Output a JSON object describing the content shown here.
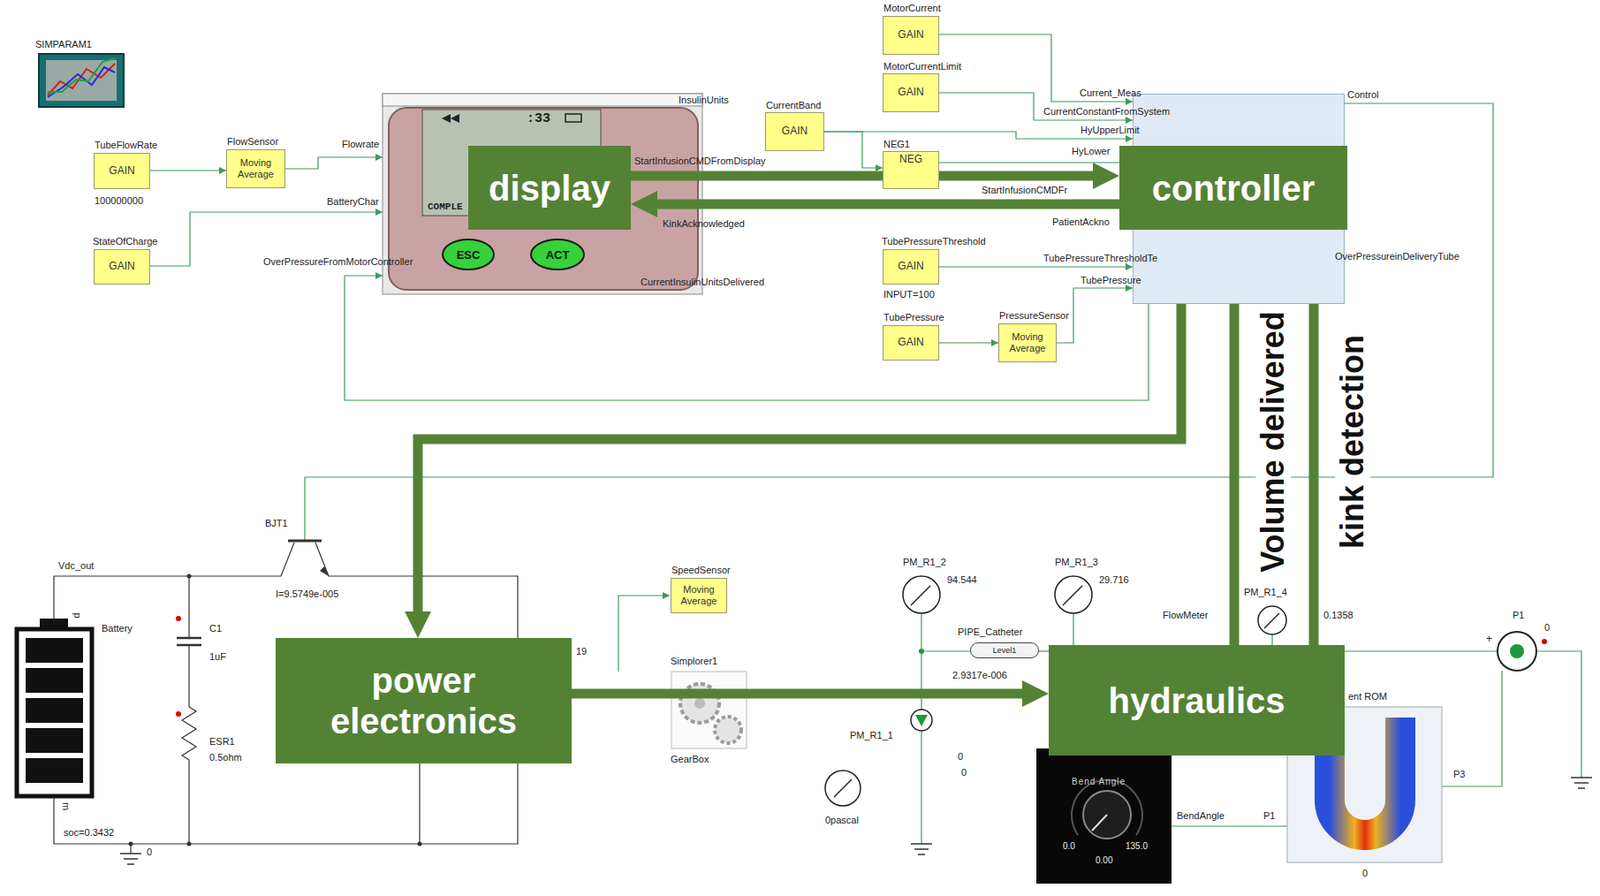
{
  "diagram": {
    "nodes": [
      {
        "text": [
          "SIMPARAM1"
        ]
      },
      {
        "text": [
          "TubeFlowRate",
          "GAIN",
          "100000000"
        ]
      },
      {
        "text": [
          "FlowSensor",
          "Moving Average"
        ]
      },
      {
        "text": [
          "StateOfCharge",
          "GAIN"
        ]
      },
      {
        "text": [
          ":33",
          "COMPLE"
        ]
      },
      {
        "text": [
          "ESC"
        ],
        "in": 4
      },
      {
        "text": [
          "ACT"
        ],
        "in": 4
      },
      {
        "text": [
          "display"
        ]
      },
      {
        "text": [
          "MotorCurrent",
          "GAIN"
        ]
      },
      {
        "text": [
          "MotorCurrentLimit",
          "GAIN"
        ]
      },
      {
        "text": [
          "CurrentBand",
          "GAIN"
        ]
      },
      {
        "text": [
          "NEG1",
          "NEG"
        ]
      },
      {
        "text": [
          "Current_Meas",
          "CurrentConstantFromSystem",
          "HyUpperLimit",
          "HyLower",
          "StartInfusionCMDFr",
          "PatientAckno",
          "TubePressureThresholdTe",
          "TubePressure",
          "OverPressureinDeliveryTube",
          "Control"
        ]
      },
      {
        "text": [
          "controller"
        ]
      },
      {
        "text": [
          "TubePressureThreshold",
          "GAIN",
          "INPUT=100"
        ]
      },
      {
        "text": [
          "TubePressure",
          "GAIN"
        ]
      },
      {
        "text": [
          "PressureSensor",
          "Moving Average"
        ]
      },
      {
        "text": [
          "SpeedSensor",
          "Moving Average"
        ]
      },
      {
        "text": [
          "power electronics"
        ]
      },
      {
        "text": [
          "PIPE_Catheter",
          "Level1"
        ]
      },
      {
        "text": [
          "hydraulics"
        ]
      },
      {
        "text": [
          "Bend Angle",
          "0.0",
          "135.0",
          "0.00"
        ]
      }
    ],
    "edges": [
      {
        "from": 7,
        "to": 13,
        "arrow": "to"
      },
      {
        "from": 13,
        "to": 7,
        "arrow": "to"
      },
      {
        "from": 13,
        "to": 18,
        "arrow": "to"
      },
      {
        "from": 18,
        "to": 20,
        "arrow": "to"
      },
      {
        "from": 20,
        "to": 13,
        "label": "Volume delivered",
        "arrow": "to"
      },
      {
        "from": 20,
        "to": 13,
        "label": "kink detection",
        "arrow": "to"
      },
      {
        "from": 1,
        "to": 2,
        "arrow": "to"
      },
      {
        "from": 2,
        "to": 4,
        "arrow": "to"
      },
      {
        "from": 3,
        "to": 4,
        "arrow": "to"
      },
      {
        "from": 8,
        "to": 12,
        "arrow": "to"
      },
      {
        "from": 9,
        "to": 12,
        "arrow": "to"
      },
      {
        "from": 10,
        "to": 12,
        "arrow": "to"
      },
      {
        "from": 10,
        "to": 11,
        "arrow": "to"
      },
      {
        "from": 11,
        "to": 12,
        "arrow": "to"
      },
      {
        "from": 14,
        "to": 12,
        "arrow": "to"
      },
      {
        "from": 15,
        "to": 16,
        "arrow": "to"
      },
      {
        "from": 16,
        "to": 12,
        "arrow": "to"
      },
      {
        "from": 12,
        "to": 4,
        "arrow": "to"
      },
      {
        "from": 19,
        "to": 20,
        "arrow": "none"
      }
    ],
    "labels": [
      "Flowrate",
      "BatteryChar",
      "OverPressureFromMotorController",
      "InsulinUnits",
      "StartInfusionCMDFromDisplay",
      "KinkAcknowledged",
      "CurrentInsulinUnitsDelivered",
      "BJT1",
      "I=9.5749e-005",
      "Vdc_out",
      "p",
      "m",
      "Battery",
      "C1",
      "1uF",
      "ESR1",
      "0.5ohm",
      "soc=0.3432",
      "0",
      "19",
      "Simplorer1",
      "GearBox",
      "PM_R1_2",
      "94.544",
      "PM_R1_3",
      "29.716",
      "PM_R1_4",
      "0.1358",
      "FlowMeter",
      "2.9317e-006",
      "PM_R1_1",
      "0",
      "0",
      "0pascal",
      "BendAngle",
      "P1",
      "ent ROM",
      "P3",
      "0",
      "P1",
      "0",
      "+"
    ]
  }
}
